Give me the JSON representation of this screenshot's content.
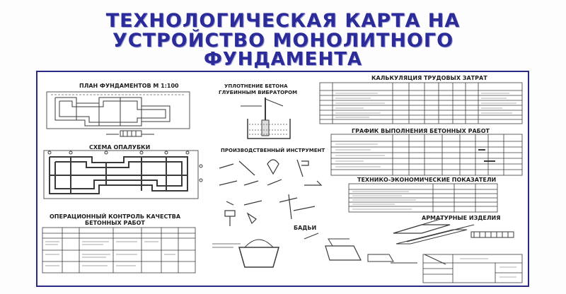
{
  "title": {
    "line1": "ТЕХНОЛОГИЧЕСКАЯ КАРТА НА",
    "line2": "УСТРОЙСТВО МОНОЛИТНОГО",
    "line3": "ФУНДАМЕНТА"
  },
  "sections": {
    "foundation_plan": "ПЛАН ФУНДАМЕНТОВ М 1:100",
    "formwork_scheme": "СХЕМА ОПАЛУБКИ",
    "concrete_compaction_1": "УПЛОТНЕНИЕ БЕТОНА",
    "concrete_compaction_2": "ГЛУБИННЫМ ВИБРАТОРОМ",
    "production_tools": "ПРОИЗВОДСТВЕННЫЙ ИНСТРУМЕНТ",
    "labor_costs": "КАЛЬКУЛЯЦИЯ ТРУДОВЫХ ЗАТРАТ",
    "concrete_schedule": "ГРАФИК ВЫПОЛНЕНИЯ БЕТОННЫХ РАБОТ",
    "tech_economic": "ТЕХНИКО-ЭКОНОМИЧЕСКИЕ ПОКАЗАТЕЛИ",
    "operational_control_1": "ОПЕРАЦИОННЫЙ КОНТРОЛЬ КАЧЕСТВА",
    "operational_control_2": "БЕТОННЫХ РАБОТ",
    "buckets": "БАДЬИ",
    "reinforcement": "АРМАТУРНЫЕ ИЗДЕЛИЯ"
  },
  "colors": {
    "title": "#2b2b9a",
    "frame": "#2a2a86",
    "drawing": "#3a3a3a"
  }
}
